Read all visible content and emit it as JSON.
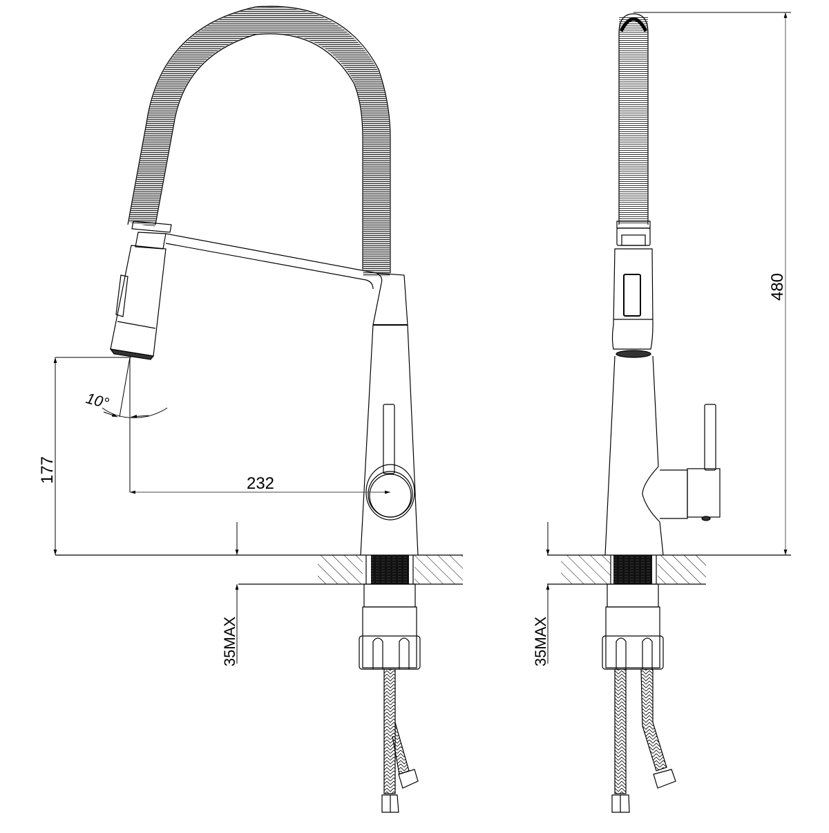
{
  "drawing": {
    "subject": "Pull-down kitchen faucet technical drawing",
    "views": [
      {
        "name": "front-view",
        "label": ""
      },
      {
        "name": "side-view",
        "label": ""
      }
    ],
    "dimensions": {
      "spout_height": "177",
      "spout_reach": "232",
      "spray_angle": "10°",
      "total_height": "480",
      "max_counter_thickness_front": "35MAX",
      "max_counter_thickness_side": "35MAX"
    },
    "colors": {
      "line": "#000000",
      "dim_line": "#555555",
      "background": "#ffffff"
    }
  }
}
